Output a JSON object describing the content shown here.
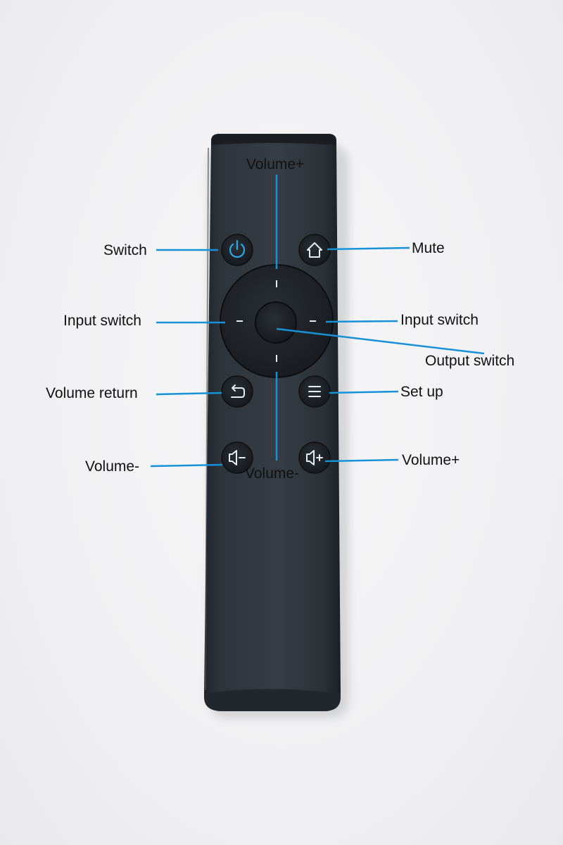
{
  "labels": {
    "volume_plus_top": "Volume+",
    "switch": "Switch",
    "mute": "Mute",
    "input_switch_left": "Input switch",
    "input_switch_right": "Input switch",
    "output_switch": "Output switch",
    "volume_return": "Volume return",
    "set_up": "Set up",
    "volume_minus_left": "Volume-",
    "volume_minus_center": "Volume-",
    "volume_plus_right": "Volume+"
  },
  "colors": {
    "leader_line": "#1592d8",
    "remote_body": "#2b3138",
    "button": "#1f2328",
    "icon": "#e9eef3",
    "power_icon": "#2aa7e8"
  },
  "icons": [
    "power-icon",
    "home-icon",
    "back-arrow-icon",
    "menu-icon",
    "volume-down-icon",
    "volume-up-icon"
  ]
}
